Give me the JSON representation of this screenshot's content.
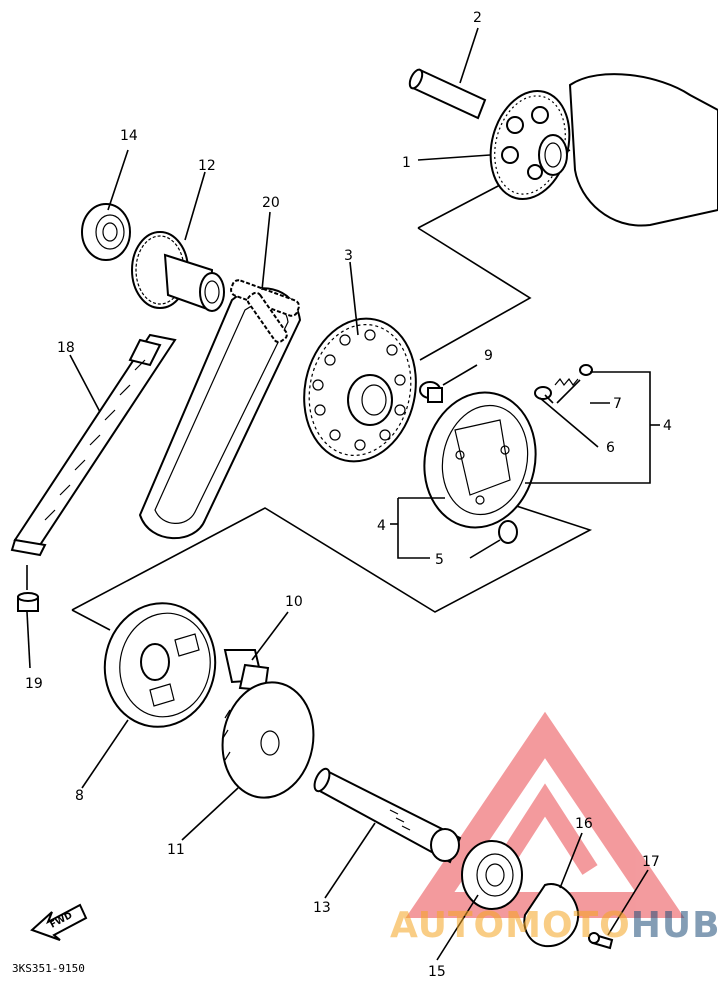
{
  "callouts": [
    {
      "id": "1",
      "label": "1"
    },
    {
      "id": "2",
      "label": "2"
    },
    {
      "id": "3",
      "label": "3"
    },
    {
      "id": "4a",
      "label": "4"
    },
    {
      "id": "4b",
      "label": "4"
    },
    {
      "id": "5",
      "label": "5"
    },
    {
      "id": "6",
      "label": "6"
    },
    {
      "id": "7",
      "label": "7"
    },
    {
      "id": "8",
      "label": "8"
    },
    {
      "id": "9",
      "label": "9"
    },
    {
      "id": "10",
      "label": "10"
    },
    {
      "id": "11",
      "label": "11"
    },
    {
      "id": "12",
      "label": "12"
    },
    {
      "id": "13",
      "label": "13"
    },
    {
      "id": "14",
      "label": "14"
    },
    {
      "id": "15",
      "label": "15"
    },
    {
      "id": "16",
      "label": "16"
    },
    {
      "id": "17",
      "label": "17"
    },
    {
      "id": "18",
      "label": "18"
    },
    {
      "id": "19",
      "label": "19"
    },
    {
      "id": "20",
      "label": "20"
    }
  ],
  "diagram_code": "3KS351-9150",
  "direction_label": "FWD",
  "watermark": {
    "text_part1": "AUTOMOTO",
    "text_part2": "HUB",
    "color_part1": "#f5a623",
    "color_part2": "#1f4e79",
    "logo_color": "#e8383d"
  }
}
